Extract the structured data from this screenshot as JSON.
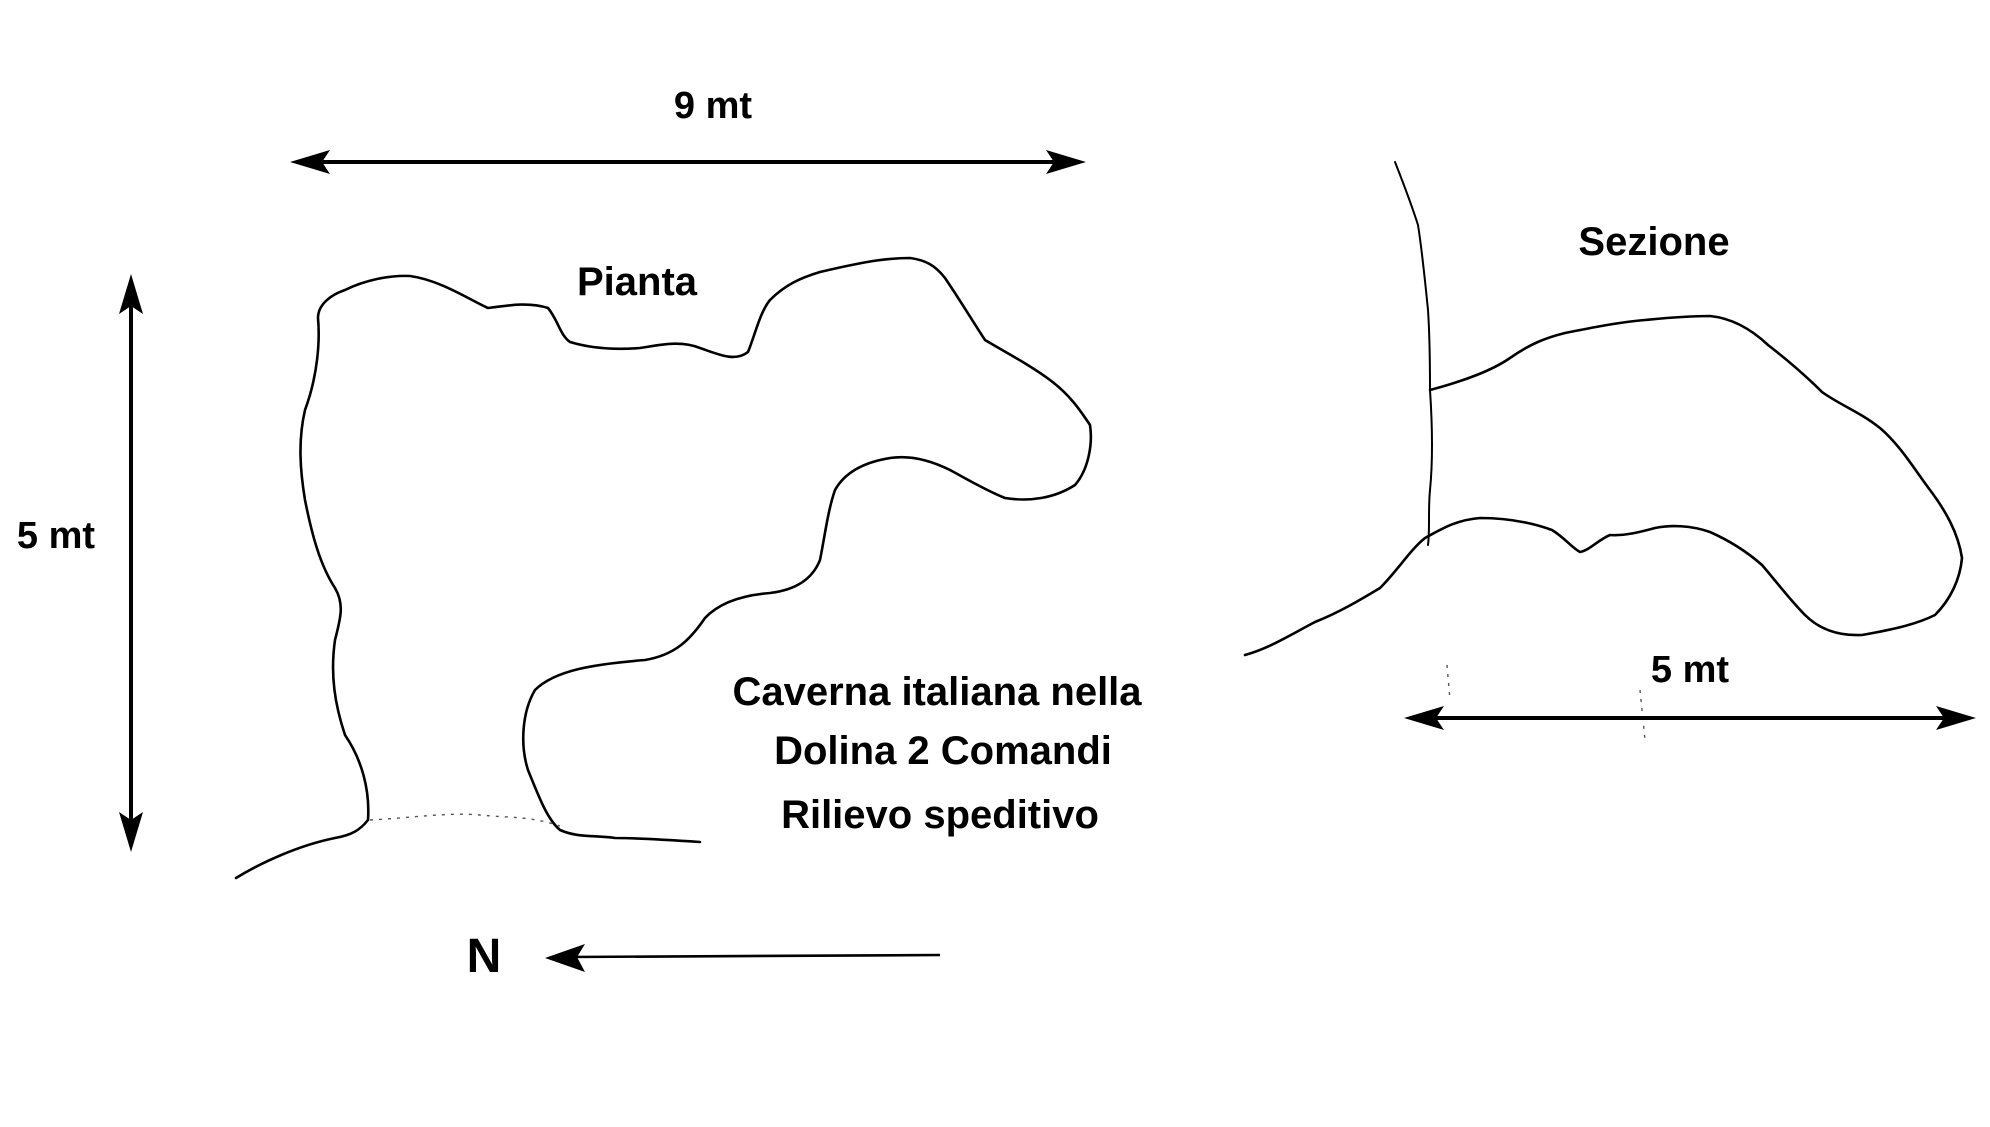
{
  "plan": {
    "title": "Pianta",
    "width_label": "9 mt",
    "height_label": "5 mt"
  },
  "section": {
    "title": "Sezione",
    "width_label": "5 mt"
  },
  "caption": {
    "line1": "Caverna italiana nella",
    "line2": "Dolina 2 Comandi",
    "line3": "Rilievo speditivo"
  },
  "north": {
    "label": "N"
  },
  "colors": {
    "ink": "#000000",
    "background": "#ffffff"
  }
}
